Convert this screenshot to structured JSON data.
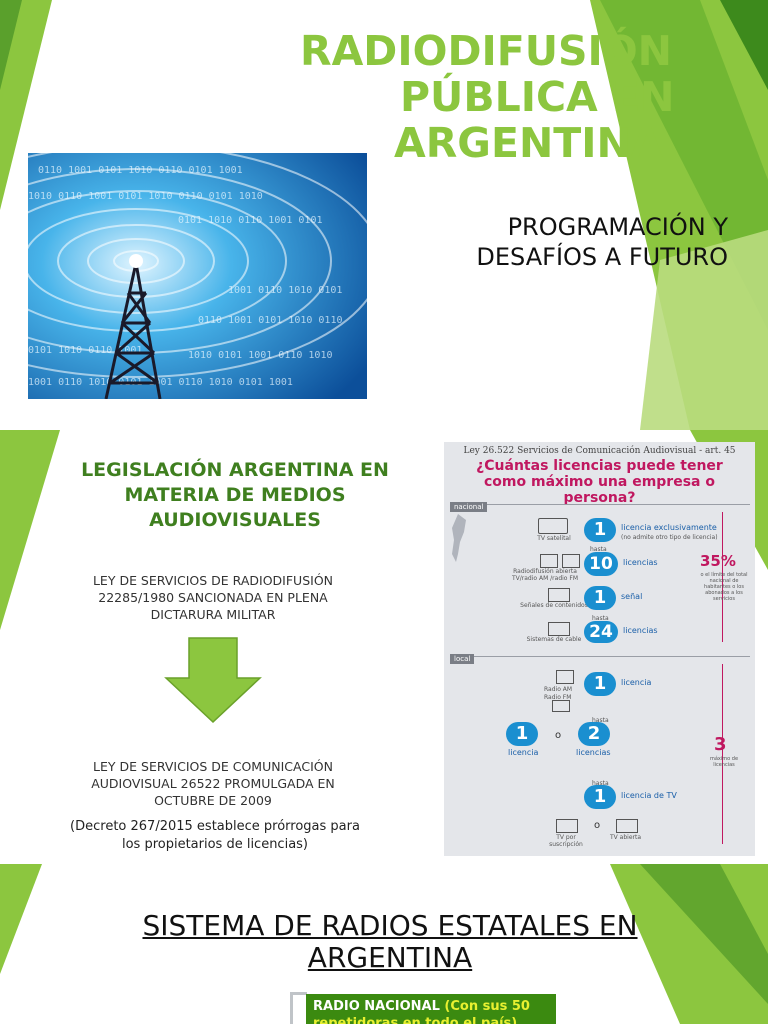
{
  "slide1": {
    "title_lines": [
      "RADIODIFUSIÓN",
      "PÚBLICA EN",
      "ARGENTINA"
    ],
    "subtitle_lines": [
      "PROGRAMACIÓN Y",
      "DESAFÍOS A FUTURO"
    ]
  },
  "slide2": {
    "heading_lines": [
      "LEGISLACIÓN ARGENTINA EN",
      "MATERIA DE MEDIOS",
      "AUDIOVISUALES"
    ],
    "law1_lines": [
      "LEY DE SERVICIOS DE RADIODIFUSIÓN",
      "22285/1980 SANCIONADA EN PLENA",
      "DICTARURA MILITAR"
    ],
    "law2_lines": [
      "LEY DE SERVICIOS DE COMUNICACIÓN",
      "AUDIOVISUAL 26522 PROMULGADA EN",
      "OCTUBRE DE 2009"
    ],
    "decree_lines": [
      "(Decreto 267/2015 establece prórrogas para",
      "los propietarios de licencias)"
    ],
    "colors": {
      "accent": "#8cc63f",
      "heading": "#3f7f1f"
    }
  },
  "infographic": {
    "header": "Ley 26.522 Servicios de Comunicación Audiovisual - art. 45",
    "question_lines": [
      "¿Cuántas licencias puede tener",
      "como máximo una empresa o",
      "persona?"
    ],
    "nacional_tag": "nacional",
    "local_tag": "local",
    "rows_nacional": [
      {
        "icon": "TV satelital",
        "num": "1",
        "label": "licencia exclusivamente",
        "note": "(no admite otro tipo de licencia)"
      },
      {
        "icon": "Radiodifusión abierta TV/radio AM /radio FM",
        "hasta": "hasta",
        "num": "10",
        "label": "licencias"
      },
      {
        "icon": "Señales de contenidos",
        "num": "1",
        "label": "señal"
      },
      {
        "icon": "Sistemas de cable",
        "hasta": "hasta",
        "num": "24",
        "label": "licencias"
      }
    ],
    "pct": "35%",
    "pct_note": "o el límite del total nacional de habitantes o los abonados a los servicios",
    "rows_local": [
      {
        "icon": "Radio AM",
        "num": "1",
        "label": "licencia"
      },
      {
        "icon": "Radio FM",
        "num": "1",
        "label": "licencia"
      },
      {
        "num": "2",
        "hasta": "hasta",
        "label": "licencias"
      },
      {
        "icon": "",
        "hasta": "hasta",
        "num": "1",
        "label": "licencia de TV"
      }
    ],
    "o_sep": "o",
    "three": "3",
    "three_note": "máximo de licencias",
    "tv_sus": "TV por suscripción",
    "tv_abierta": "TV abierta"
  },
  "slide3": {
    "title_line1": "SISTEMA DE RADIOS ESTATALES EN",
    "title_line2": "ARGENTINA",
    "box_bold": "RADIO NACIONAL",
    "box_rest": " (Con sus 50",
    "box_line2": "repetidoras en todo el país)"
  }
}
